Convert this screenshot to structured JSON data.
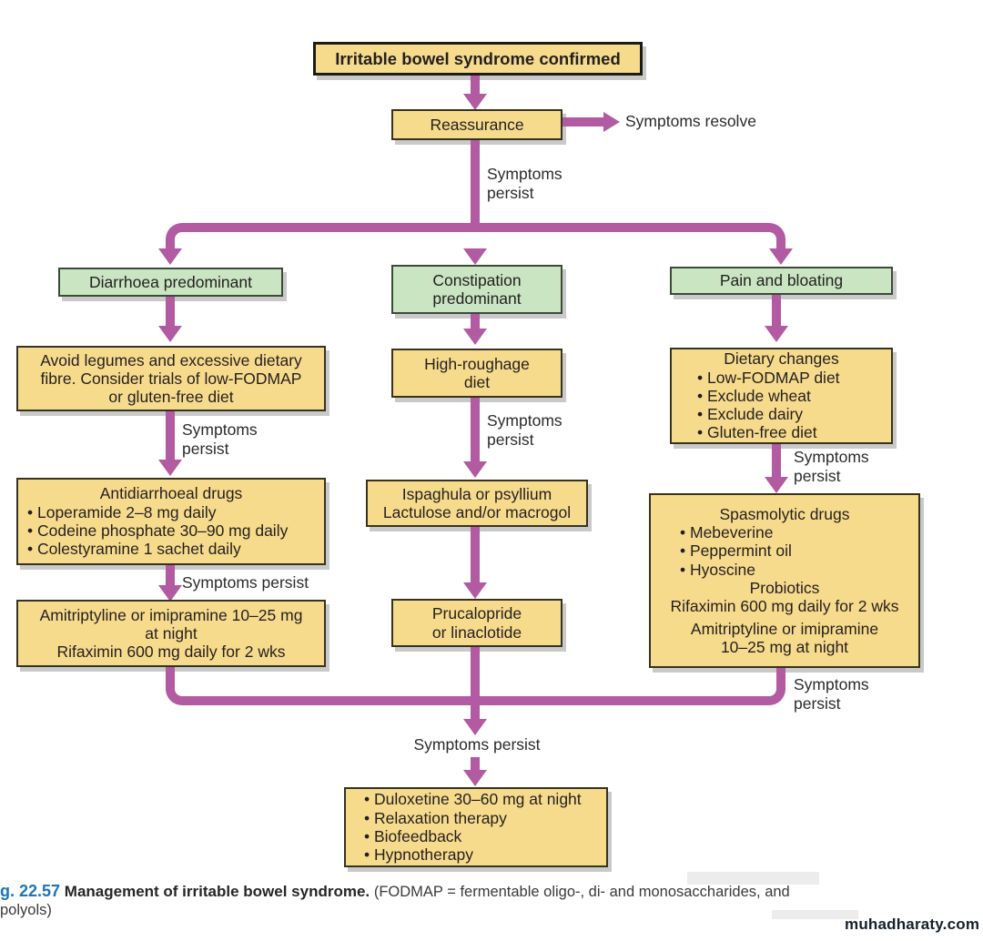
{
  "colors": {
    "yellow": "#F7DB8C",
    "green": "#C9E5C1",
    "purple": "#B25AA2",
    "blue": "#1B75BC"
  },
  "flow": {
    "title": "Irritable bowel syndrome confirmed",
    "reassurance": "Reassurance",
    "symptoms_resolve": "Symptoms resolve",
    "persist_top": [
      "Symptoms",
      "persist"
    ],
    "branches": {
      "diarrhoea": {
        "header": "Diarrhoea predominant",
        "step1": [
          "Avoid legumes and excessive dietary",
          "fibre. Consider trials of low-FODMAP",
          "or gluten-free diet"
        ],
        "persist1": [
          "Symptoms",
          "persist"
        ],
        "step2_heading": "Antidiarrhoeal drugs",
        "step2_bullets": [
          "• Loperamide 2–8 mg daily",
          "• Codeine phosphate 30–90 mg daily",
          "• Colestyramine 1 sachet daily"
        ],
        "persist2": "Symptoms persist",
        "step3": [
          "Amitriptyline or imipramine 10–25 mg",
          "at night",
          "Rifaximin 600 mg daily for 2 wks"
        ]
      },
      "constipation": {
        "header": [
          "Constipation",
          "predominant"
        ],
        "step1": [
          "High-roughage",
          "diet"
        ],
        "persist1": [
          "Symptoms",
          "persist"
        ],
        "step2": [
          "Ispaghula or psyllium",
          "Lactulose and/or macrogol"
        ],
        "step3": [
          "Prucalopride",
          "or linaclotide"
        ]
      },
      "pain": {
        "header": "Pain and bloating",
        "step1_heading": "Dietary changes",
        "step1_bullets": [
          "• Low-FODMAP diet",
          "• Exclude wheat",
          "• Exclude dairy",
          "• Gluten-free diet"
        ],
        "persist1": [
          "Symptoms",
          "persist"
        ],
        "step2_heading": "Spasmolytic drugs",
        "step2_bullets": [
          "• Mebeverine",
          "• Peppermint oil",
          "• Hyoscine"
        ],
        "step2_extra1": [
          "Probiotics",
          "Rifaximin 600 mg daily for 2 wks"
        ],
        "step2_extra2": [
          "Amitriptyline or imipramine",
          "10–25 mg at night"
        ]
      }
    },
    "merge_persist_right": [
      "Symptoms",
      "persist"
    ],
    "merge_persist_center": "Symptoms persist",
    "final_bullets": [
      "• Duloxetine 30–60 mg at night",
      "• Relaxation therapy",
      "• Biofeedback",
      "• Hypnotherapy"
    ]
  },
  "caption": {
    "fig_label": "g. 22.57",
    "title": "Management of irritable bowel syndrome.",
    "note": "(FODMAP = fermentable oligo-, di- and monosaccharides, and polyols)"
  },
  "watermark": "muhadharaty.com"
}
